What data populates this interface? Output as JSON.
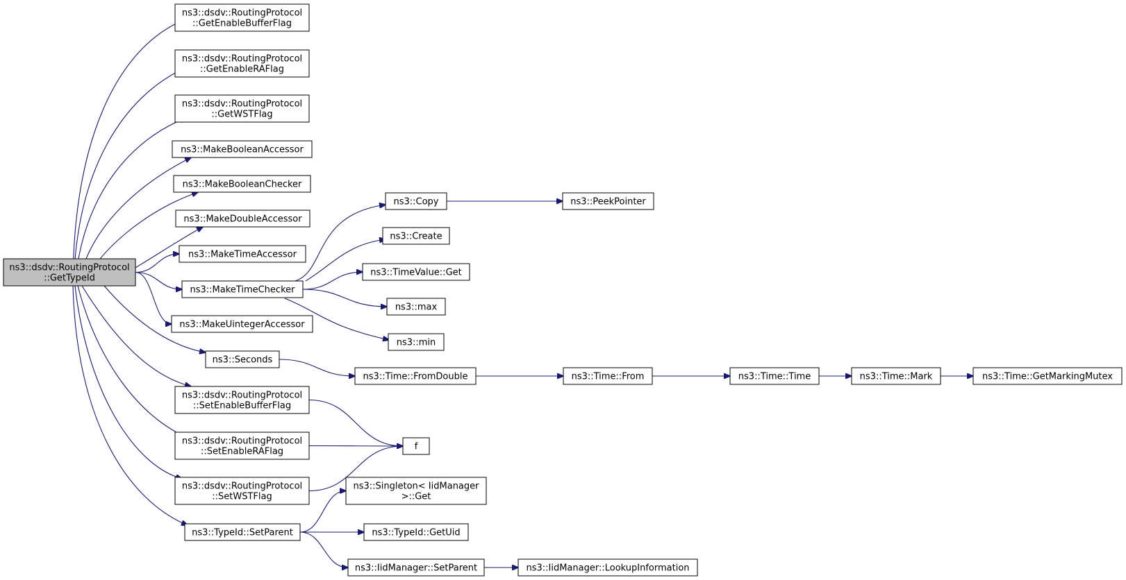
{
  "graph": {
    "edge_color": "#191970",
    "root_fill": "#bfbfbf",
    "node_fill": "#ffffff",
    "nodes": [
      {
        "id": "root",
        "lines": [
          "ns3::dsdv::RoutingProtocol",
          "::GetTypeId"
        ],
        "root": true
      },
      {
        "id": "getEnableBufferFlag",
        "lines": [
          "ns3::dsdv::RoutingProtocol",
          "::GetEnableBufferFlag"
        ]
      },
      {
        "id": "getEnableRAFlag",
        "lines": [
          "ns3::dsdv::RoutingProtocol",
          "::GetEnableRAFlag"
        ]
      },
      {
        "id": "getWSTFlag",
        "lines": [
          "ns3::dsdv::RoutingProtocol",
          "::GetWSTFlag"
        ]
      },
      {
        "id": "makeBooleanAccessor",
        "lines": [
          "ns3::MakeBooleanAccessor"
        ]
      },
      {
        "id": "makeBooleanChecker",
        "lines": [
          "ns3::MakeBooleanChecker"
        ]
      },
      {
        "id": "makeDoubleAccessor",
        "lines": [
          "ns3::MakeDoubleAccessor"
        ]
      },
      {
        "id": "makeTimeAccessor",
        "lines": [
          "ns3::MakeTimeAccessor"
        ]
      },
      {
        "id": "makeTimeChecker",
        "lines": [
          "ns3::MakeTimeChecker"
        ]
      },
      {
        "id": "makeUintegerAccessor",
        "lines": [
          "ns3::MakeUintegerAccessor"
        ]
      },
      {
        "id": "seconds",
        "lines": [
          "ns3::Seconds"
        ]
      },
      {
        "id": "setEnableBufferFlag",
        "lines": [
          "ns3::dsdv::RoutingProtocol",
          "::SetEnableBufferFlag"
        ]
      },
      {
        "id": "setEnableRAFlag",
        "lines": [
          "ns3::dsdv::RoutingProtocol",
          "::SetEnableRAFlag"
        ]
      },
      {
        "id": "setWSTFlag",
        "lines": [
          "ns3::dsdv::RoutingProtocol",
          "::SetWSTFlag"
        ]
      },
      {
        "id": "typeIdSetParent",
        "lines": [
          "ns3::TypeId::SetParent"
        ]
      },
      {
        "id": "copy",
        "lines": [
          "ns3::Copy"
        ]
      },
      {
        "id": "create",
        "lines": [
          "ns3::Create"
        ]
      },
      {
        "id": "timeValueGet",
        "lines": [
          "ns3::TimeValue::Get"
        ]
      },
      {
        "id": "max",
        "lines": [
          "ns3::max"
        ]
      },
      {
        "id": "min",
        "lines": [
          "ns3::min"
        ]
      },
      {
        "id": "peekPointer",
        "lines": [
          "ns3::PeekPointer"
        ]
      },
      {
        "id": "timeFromDouble",
        "lines": [
          "ns3::Time::FromDouble"
        ]
      },
      {
        "id": "timeFrom",
        "lines": [
          "ns3::Time::From"
        ]
      },
      {
        "id": "timeTime",
        "lines": [
          "ns3::Time::Time"
        ]
      },
      {
        "id": "timeMark",
        "lines": [
          "ns3::Time::Mark"
        ]
      },
      {
        "id": "timeGetMarkingMutex",
        "lines": [
          "ns3::Time::GetMarkingMutex"
        ]
      },
      {
        "id": "f",
        "lines": [
          "f"
        ]
      },
      {
        "id": "singletonGet",
        "lines": [
          "ns3::Singleton< IidManager",
          ">::Get"
        ]
      },
      {
        "id": "typeIdGetUid",
        "lines": [
          "ns3::TypeId::GetUid"
        ]
      },
      {
        "id": "iidManagerSetParent",
        "lines": [
          "ns3::IidManager::SetParent"
        ]
      },
      {
        "id": "lookupInformation",
        "lines": [
          "ns3::IidManager::LookupInformation"
        ]
      }
    ],
    "edges": [
      [
        "root",
        "getEnableBufferFlag"
      ],
      [
        "root",
        "getEnableRAFlag"
      ],
      [
        "root",
        "getWSTFlag"
      ],
      [
        "root",
        "makeBooleanAccessor"
      ],
      [
        "root",
        "makeBooleanChecker"
      ],
      [
        "root",
        "makeDoubleAccessor"
      ],
      [
        "root",
        "makeTimeAccessor"
      ],
      [
        "root",
        "makeTimeChecker"
      ],
      [
        "root",
        "makeUintegerAccessor"
      ],
      [
        "root",
        "seconds"
      ],
      [
        "root",
        "setEnableBufferFlag"
      ],
      [
        "root",
        "setEnableRAFlag"
      ],
      [
        "root",
        "setWSTFlag"
      ],
      [
        "root",
        "typeIdSetParent"
      ],
      [
        "makeTimeChecker",
        "copy"
      ],
      [
        "makeTimeChecker",
        "create"
      ],
      [
        "makeTimeChecker",
        "timeValueGet"
      ],
      [
        "makeTimeChecker",
        "max"
      ],
      [
        "makeTimeChecker",
        "min"
      ],
      [
        "copy",
        "peekPointer"
      ],
      [
        "seconds",
        "timeFromDouble"
      ],
      [
        "timeFromDouble",
        "timeFrom"
      ],
      [
        "timeFrom",
        "timeTime"
      ],
      [
        "timeTime",
        "timeMark"
      ],
      [
        "timeMark",
        "timeGetMarkingMutex"
      ],
      [
        "setEnableBufferFlag",
        "f"
      ],
      [
        "setEnableRAFlag",
        "f"
      ],
      [
        "setWSTFlag",
        "f"
      ],
      [
        "typeIdSetParent",
        "singletonGet"
      ],
      [
        "typeIdSetParent",
        "typeIdGetUid"
      ],
      [
        "typeIdSetParent",
        "iidManagerSetParent"
      ],
      [
        "iidManagerSetParent",
        "lookupInformation"
      ]
    ]
  }
}
